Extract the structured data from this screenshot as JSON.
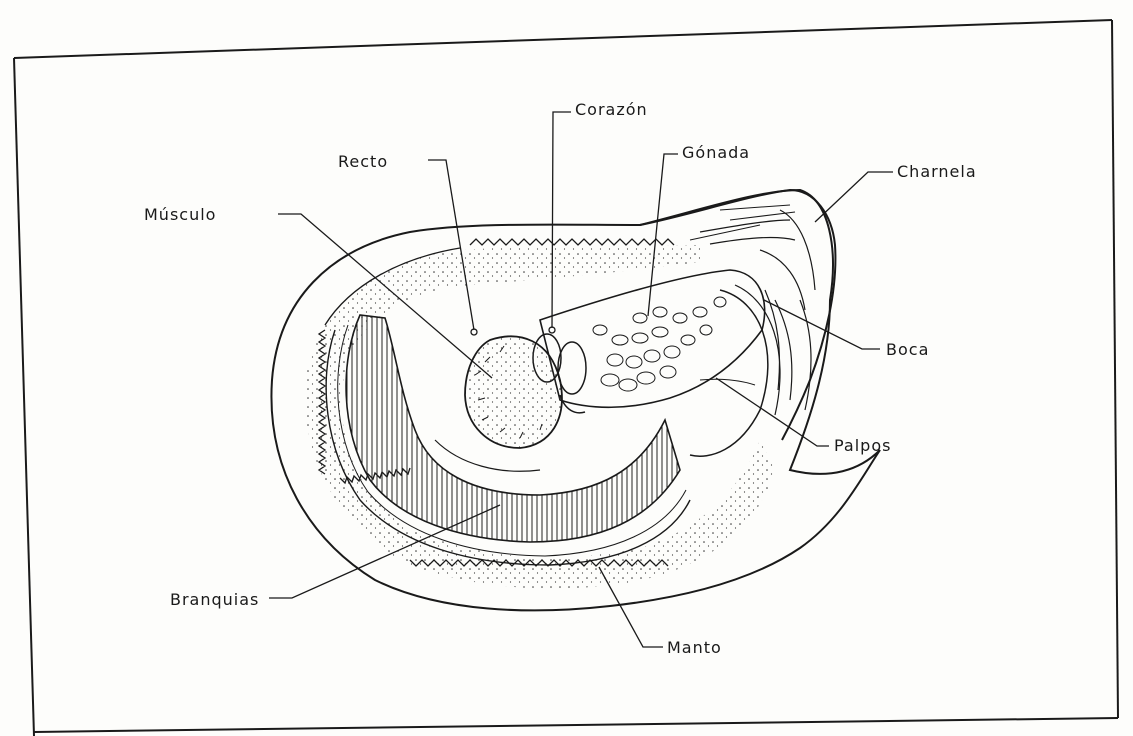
{
  "labels": {
    "corazon": "Corazón",
    "gonada": "Gónada",
    "recto": "Recto",
    "charnela": "Charnela",
    "musculo": "Músculo",
    "boca": "Boca",
    "palpos": "Palpos",
    "branquias": "Branquias",
    "manto": "Manto"
  },
  "colors": {
    "ink": "#1a1a1a",
    "paper": "#fdfdfb"
  }
}
